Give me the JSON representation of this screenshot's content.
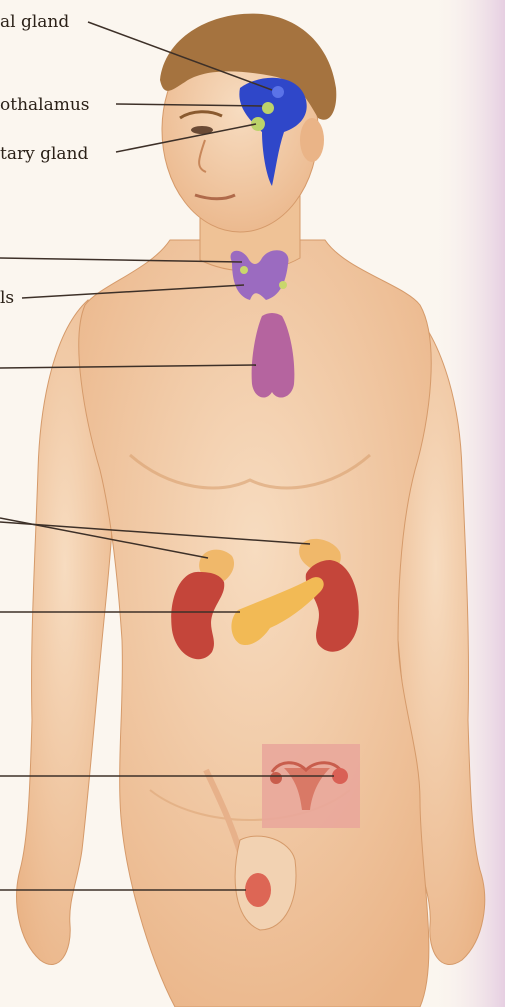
{
  "labels": {
    "pineal": "al gland",
    "hypothalamus": "othalamus",
    "pituitary": "tary gland",
    "parathyroids": "ls"
  },
  "colors": {
    "skin": "#f2c9a0",
    "skin_shadow": "#e0a878",
    "hair": "#a5733f",
    "brain": "#2f47c9",
    "gland_green": "#bcd36a",
    "thyroid": "#9b6bc0",
    "thymus": "#b5649f",
    "adrenal": "#f0b86a",
    "kidney": "#c4453a",
    "pancreas": "#f2ba55",
    "ovary_panel": "#e9a79b",
    "testis": "#dd6655",
    "leader_line": "#3d3028",
    "edge_tint": "#e9d6e6"
  }
}
